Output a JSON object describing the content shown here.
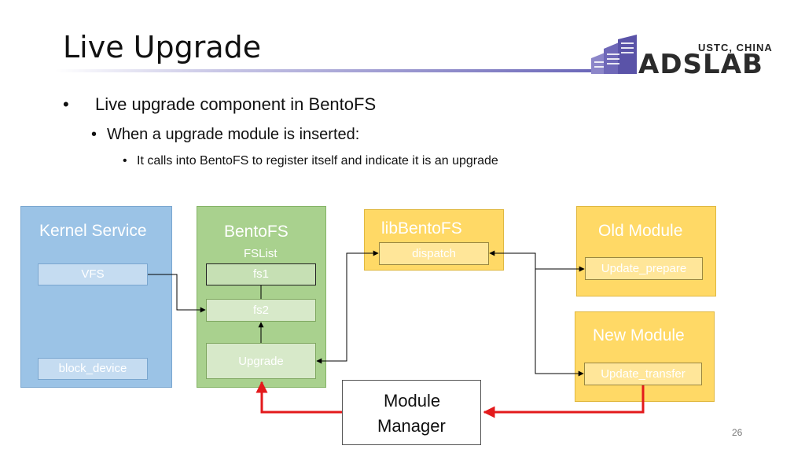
{
  "slide": {
    "title": "Live Upgrade",
    "page_number": "26",
    "logo": {
      "top": "USTC, CHINA",
      "main": "ADSLAB"
    }
  },
  "bullets": {
    "level1": "Live upgrade component in BentoFS",
    "level2": "When a upgrade module is inserted:",
    "level3": "It calls into BentoFS to register itself and indicate it is an upgrade"
  },
  "diagram": {
    "kernel": {
      "title": "Kernel Service",
      "vfs": "VFS",
      "block": "block_device"
    },
    "bentofs": {
      "title": "BentoFS",
      "fslist": "FSList",
      "fs1": "fs1",
      "fs2": "fs2",
      "upgrade": "Upgrade"
    },
    "lib": {
      "title": "libBentoFS",
      "dispatch": "dispatch"
    },
    "old": {
      "title": "Old Module",
      "prepare": "Update_prepare"
    },
    "new": {
      "title": "New Module",
      "transfer": "Update_transfer"
    },
    "manager": {
      "line1": "Module",
      "line2": "Manager"
    }
  },
  "colors": {
    "kernel": "#9bc3e6",
    "bentofs": "#a9d18e",
    "module": "#ffd966",
    "red_arrow": "#e31a1c",
    "title_rule": "#6a66b8"
  }
}
